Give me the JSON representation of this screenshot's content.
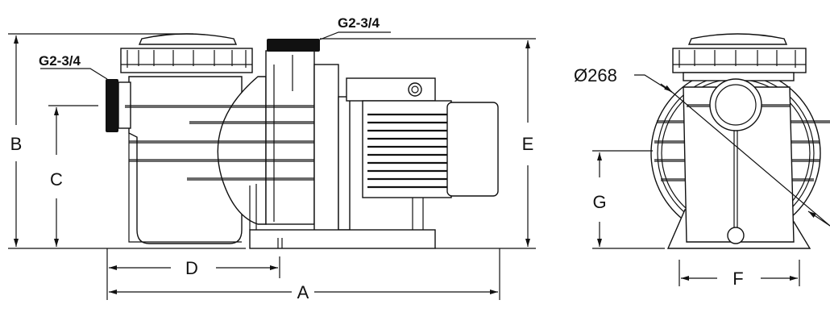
{
  "drawing": {
    "inlet_thread_label": "G2-3/4",
    "outlet_thread_label": "G2-3/4",
    "diameter_label": "Ø268",
    "dimensions": {
      "A": "A",
      "B": "B",
      "C": "C",
      "D": "D",
      "E": "E",
      "F": "F",
      "G": "G"
    }
  },
  "colors": {
    "line": "#111111",
    "background": "#ffffff"
  }
}
